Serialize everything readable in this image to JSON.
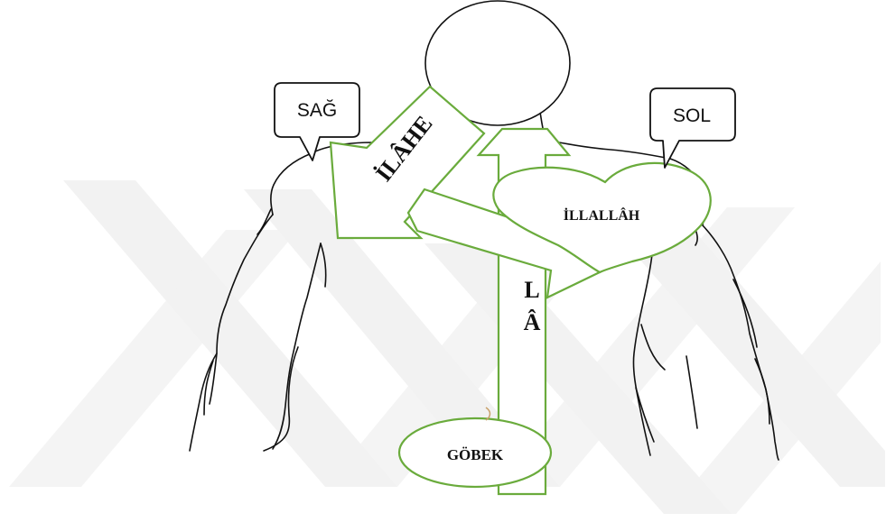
{
  "diagram": {
    "labels": {
      "right_callout": "SAĞ",
      "left_callout": "SOL",
      "ilahe": "İLÂHE",
      "heart": "İLLALLÂH",
      "la_l": "L",
      "la_a": "Â",
      "navel": "GÖBEK"
    },
    "colors": {
      "arrow_stroke": "#6aab3c",
      "outline": "#111111",
      "watermark": "#f1f1f1",
      "background": "#ffffff"
    }
  }
}
